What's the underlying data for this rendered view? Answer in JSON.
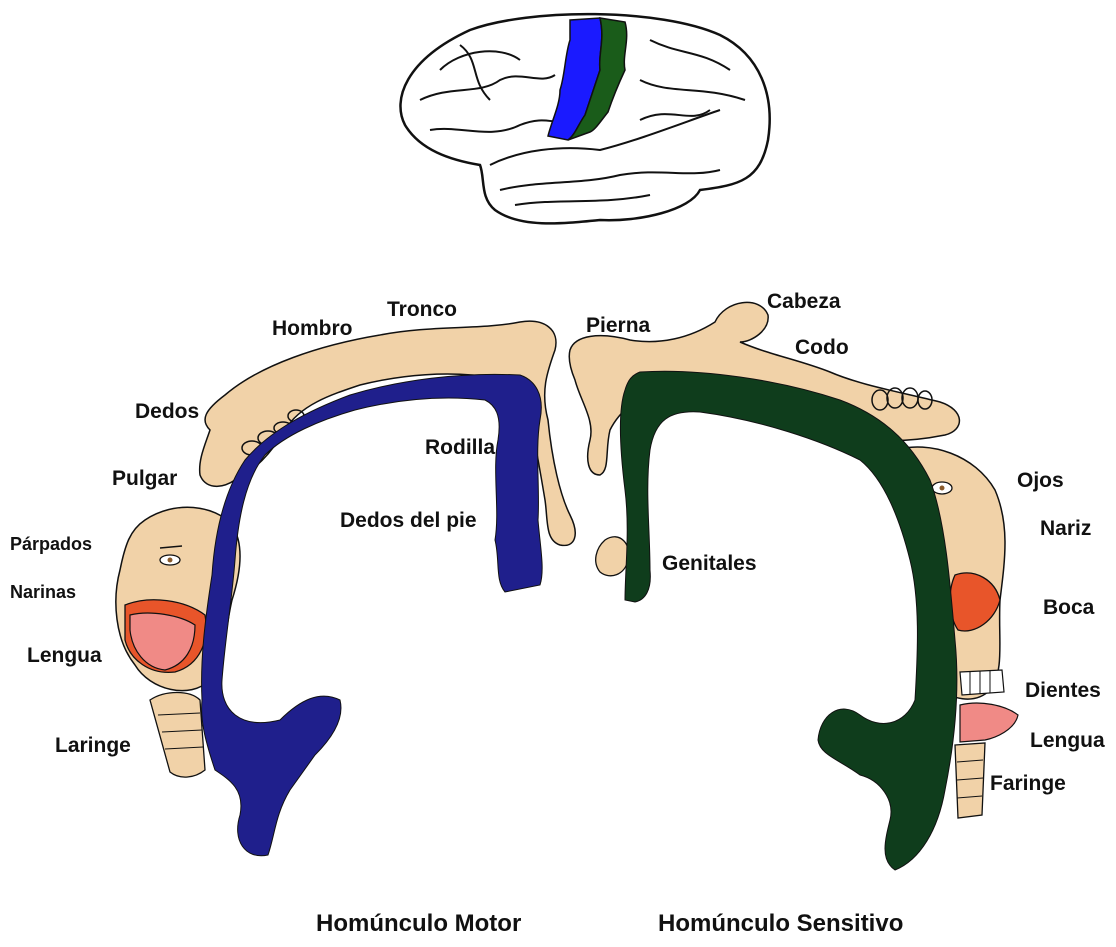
{
  "colors": {
    "motor_cortex": "#1f1f8c",
    "sensory_cortex": "#0f3d1c",
    "brain_motor_strip": "#1a1aff",
    "brain_sensory_strip": "#1a5c1a",
    "skin": "#f1d2a8",
    "lips": "#e8552a",
    "tongue": "#f08a86"
  },
  "motor": {
    "title": "Homúnculo Motor",
    "labels": {
      "tronco": "Tronco",
      "hombro": "Hombro",
      "dedos": "Dedos",
      "pulgar": "Pulgar",
      "parpados": "Párpados",
      "narinas": "Narinas",
      "lengua": "Lengua",
      "laringe": "Laringe",
      "rodilla": "Rodilla",
      "dedos_del_pie": "Dedos del pie"
    }
  },
  "sensory": {
    "title": "Homúnculo Sensitivo",
    "labels": {
      "pierna": "Pierna",
      "cabeza": "Cabeza",
      "codo": "Codo",
      "ojos": "Ojos",
      "nariz": "Nariz",
      "boca": "Boca",
      "dientes": "Dientes",
      "lengua": "Lengua",
      "faringe": "Faringe",
      "genitales": "Genitales"
    }
  }
}
